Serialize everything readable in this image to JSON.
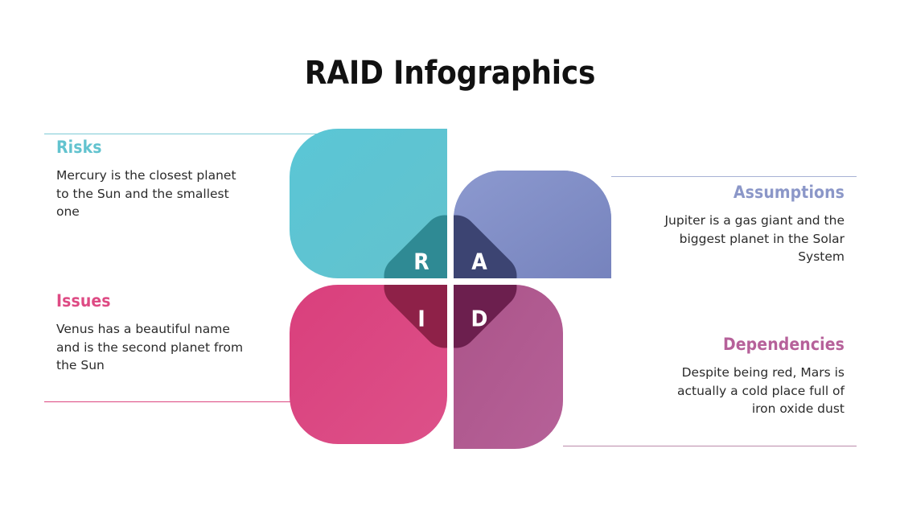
{
  "slide": {
    "title": "RAID Infographics",
    "background_color": "#ffffff"
  },
  "quadrants": [
    {
      "key": "risks",
      "letter": "R",
      "heading": "Risks",
      "body": "Mercury is the closest planet to the Sun and the smallest one",
      "petal_color": "#5fc4d5",
      "inner_color": "#2f8a94",
      "heading_color": "#62c3cf",
      "rule_color": "#7ecbd6",
      "position": "top-left"
    },
    {
      "key": "assumptions",
      "letter": "A",
      "heading": "Assumptions",
      "body": "Jupiter is a gas giant and the biggest planet in the Solar System",
      "petal_color": "#7b8ac4",
      "inner_color": "#3c4472",
      "heading_color": "#8b97c8",
      "rule_color": "#a8b2d4",
      "position": "top-right"
    },
    {
      "key": "issues",
      "letter": "I",
      "heading": "Issues",
      "body": "Venus has a beautiful name and is the second planet from the Sun",
      "petal_color": "#dc4680",
      "inner_color": "#8e2148",
      "heading_color": "#de4b84",
      "rule_color": "#dc4680",
      "position": "bottom-left"
    },
    {
      "key": "dependencies",
      "letter": "D",
      "heading": "Dependencies",
      "body": "Despite being red, Mars is actually a cold place full of iron oxide dust",
      "petal_color": "#b15a90",
      "inner_color": "#6c1f4e",
      "heading_color": "#b6619a",
      "rule_color": "#bb8bab",
      "position": "bottom-right"
    }
  ]
}
